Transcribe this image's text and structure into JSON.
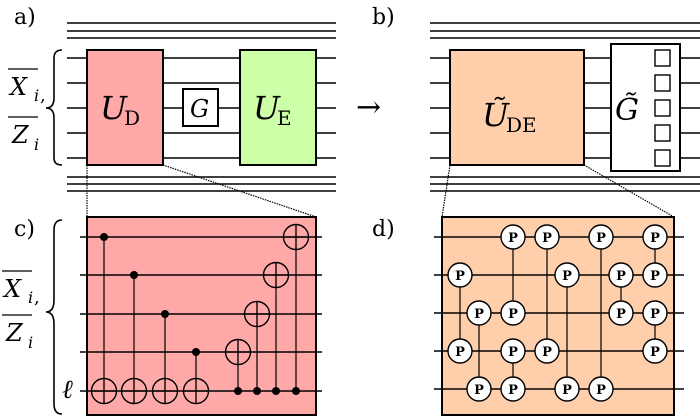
{
  "panels": {
    "a": {
      "label": "a)"
    },
    "b": {
      "label": "b)"
    },
    "c": {
      "label": "c)"
    },
    "d": {
      "label": "d)"
    }
  },
  "brace_label": {
    "line1_symbol": "X",
    "line1_sub": "i",
    "line1_comma": ",",
    "line2_symbol": "Z",
    "line2_sub": "i"
  },
  "ancilla_label": "ℓ",
  "arrow": "→",
  "gates": {
    "u_d": {
      "symbol": "U",
      "sub": "D",
      "color": "#ffa8a8"
    },
    "g": {
      "symbol": "G"
    },
    "u_e": {
      "symbol": "U",
      "sub": "E",
      "color": "#ccffa8"
    },
    "u_de": {
      "symbol": "Ũ",
      "sub": "DE",
      "color": "#ffcfac"
    },
    "g_tilde": {
      "symbol": "G̃",
      "slots": 5
    }
  },
  "circuit_c": {
    "wires": 5,
    "cnots": [
      {
        "control": 0,
        "target": 4
      },
      {
        "control": 1,
        "target": 4
      },
      {
        "control": 2,
        "target": 4
      },
      {
        "control": 3,
        "target": 4
      },
      {
        "control": 4,
        "target": 3
      },
      {
        "control": 4,
        "target": 2
      },
      {
        "control": 4,
        "target": 1
      },
      {
        "control": 4,
        "target": 0
      }
    ]
  },
  "circuit_d": {
    "wires": 5,
    "gate_label": "P",
    "pairs": [
      {
        "col": 0,
        "wires": [
          1,
          3
        ]
      },
      {
        "col": 1,
        "wires": [
          2,
          4
        ]
      },
      {
        "col": 2,
        "wires": [
          0,
          2
        ]
      },
      {
        "col": 2,
        "wires": [
          3,
          4
        ]
      },
      {
        "col": 3,
        "wires": [
          0,
          3
        ]
      },
      {
        "col": 4,
        "wires": [
          1,
          4
        ]
      },
      {
        "col": 5,
        "wires": [
          0,
          4
        ]
      },
      {
        "col": 6,
        "wires": [
          1,
          2
        ]
      },
      {
        "col": 7,
        "wires": [
          0,
          1
        ]
      },
      {
        "col": 7,
        "wires": [
          2,
          3
        ]
      }
    ]
  }
}
